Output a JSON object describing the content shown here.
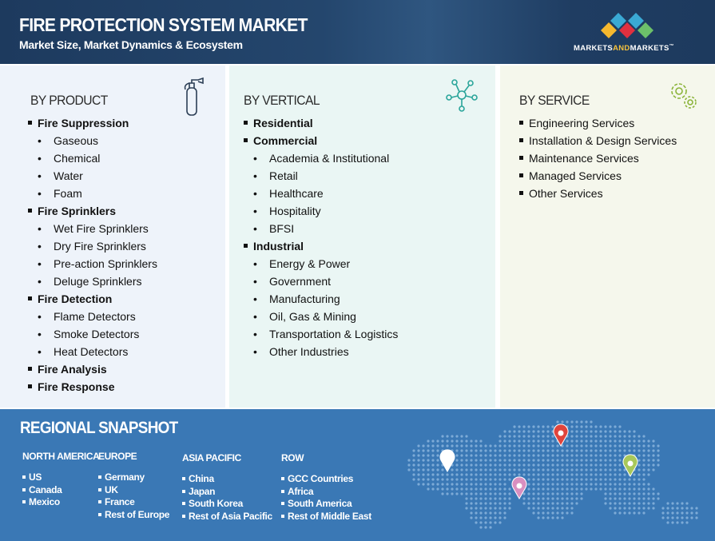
{
  "header": {
    "title": "FIRE PROTECTION SYSTEM MARKET",
    "subtitle": "Market Size, Market Dynamics & Ecosystem",
    "logo_text_a": "MARKETS",
    "logo_text_b": "AND",
    "logo_text_c": "MARKETS",
    "logo_tm": "™"
  },
  "product": {
    "heading": "BY PRODUCT",
    "icon": "fire-extinguisher-icon",
    "items": [
      {
        "label": "Fire Suppression",
        "level": 0
      },
      {
        "label": "Gaseous",
        "level": 1
      },
      {
        "label": "Chemical",
        "level": 1
      },
      {
        "label": "Water",
        "level": 1
      },
      {
        "label": "Foam",
        "level": 1
      },
      {
        "label": "Fire Sprinklers",
        "level": 0
      },
      {
        "label": "Wet Fire Sprinklers",
        "level": 1
      },
      {
        "label": "Dry Fire Sprinklers",
        "level": 1
      },
      {
        "label": "Pre-action Sprinklers",
        "level": 1
      },
      {
        "label": "Deluge Sprinklers",
        "level": 1
      },
      {
        "label": "Fire Detection",
        "level": 0
      },
      {
        "label": "Flame Detectors",
        "level": 1
      },
      {
        "label": "Smoke Detectors",
        "level": 1
      },
      {
        "label": "Heat Detectors",
        "level": 1
      },
      {
        "label": "Fire Analysis",
        "level": 0
      },
      {
        "label": "Fire Response",
        "level": 0
      }
    ]
  },
  "vertical": {
    "heading": "BY VERTICAL",
    "icon": "network-icon",
    "items": [
      {
        "label": "Residential",
        "level": 0
      },
      {
        "label": "Commercial",
        "level": 0
      },
      {
        "label": "Academia & Institutional",
        "level": 1
      },
      {
        "label": "Retail",
        "level": 1
      },
      {
        "label": "Healthcare",
        "level": 1
      },
      {
        "label": "Hospitality",
        "level": 1
      },
      {
        "label": "BFSI",
        "level": 1
      },
      {
        "label": "Industrial",
        "level": 0
      },
      {
        "label": "Energy & Power",
        "level": 1
      },
      {
        "label": "Government",
        "level": 1
      },
      {
        "label": "Manufacturing",
        "level": 1
      },
      {
        "label": "Oil, Gas & Mining",
        "level": 1
      },
      {
        "label": "Transportation & Logistics",
        "level": 1
      },
      {
        "label": "Other Industries",
        "level": 1
      }
    ]
  },
  "service": {
    "heading": "BY SERVICE",
    "icon": "gears-icon",
    "items": [
      {
        "label": "Engineering Services"
      },
      {
        "label": "Installation & Design Services"
      },
      {
        "label": "Maintenance Services"
      },
      {
        "label": "Managed Services"
      },
      {
        "label": "Other Services"
      }
    ]
  },
  "regional": {
    "title": "REGIONAL SNAPSHOT",
    "regions": [
      {
        "name": "NORTH AMERICA",
        "items": [
          "US",
          "Canada",
          "Mexico"
        ]
      },
      {
        "name": "EUROPE",
        "items": [
          "Germany",
          "UK",
          "France",
          "Rest of Europe"
        ]
      },
      {
        "name": "ASIA PACIFIC",
        "items": [
          "China",
          "Japan",
          "South Korea",
          "Rest of Asia Pacific"
        ]
      },
      {
        "name": "ROW",
        "items": [
          "GCC Countries",
          "Africa",
          "South America",
          "Rest of Middle East"
        ]
      }
    ]
  },
  "colors": {
    "header": "#1d3a5e",
    "region": "#3a78b5",
    "pin_red": "#e0443c",
    "pin_white": "#ffffff",
    "pin_pink": "#d98fc0",
    "pin_green": "#a8c85a"
  }
}
